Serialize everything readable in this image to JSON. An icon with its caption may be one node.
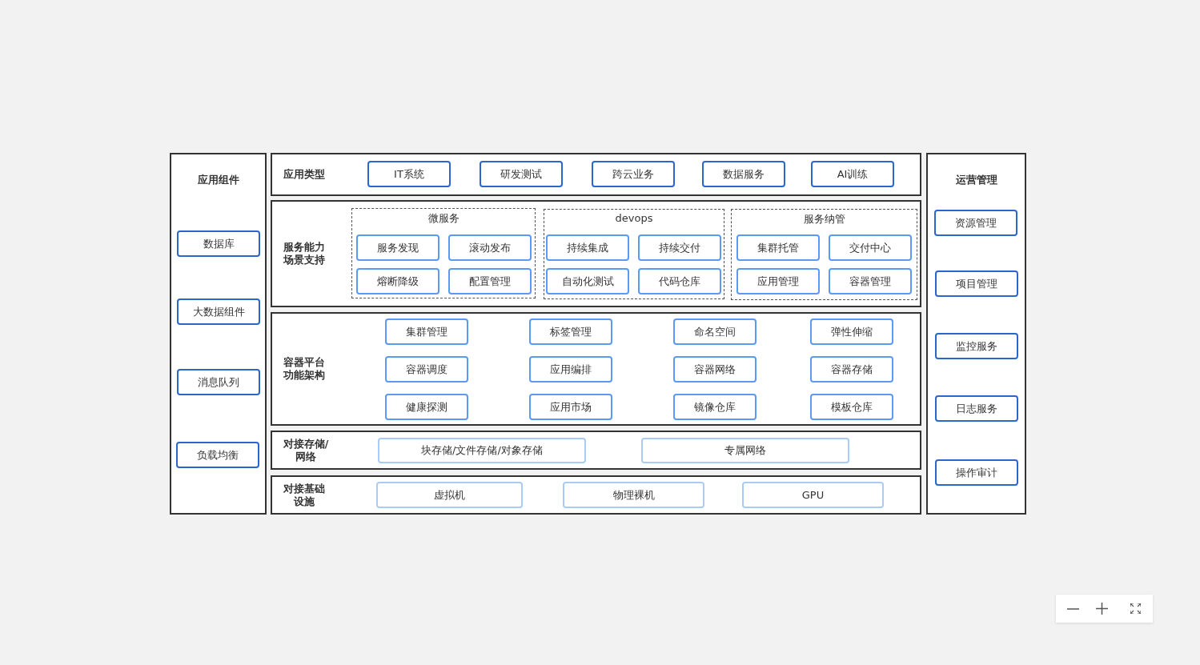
{
  "diagram": {
    "nodes": [
      {
        "text": [
          "应用组件"
        ]
      },
      {
        "text": [
          "数据库"
        ],
        "in": 0
      },
      {
        "text": [
          "大数据组件"
        ],
        "in": 0
      },
      {
        "text": [
          "消息队列"
        ],
        "in": 0
      },
      {
        "text": [
          "负载均衡"
        ],
        "in": 0
      },
      {
        "text": [
          "应用类型"
        ]
      },
      {
        "text": [
          "IT系统"
        ],
        "in": 5
      },
      {
        "text": [
          "研发测试"
        ],
        "in": 5
      },
      {
        "text": [
          "跨云业务"
        ],
        "in": 5
      },
      {
        "text": [
          "数据服务"
        ],
        "in": 5
      },
      {
        "text": [
          "AI训练"
        ],
        "in": 5
      },
      {
        "text": [
          "服务能力场景支持"
        ]
      },
      {
        "text": [
          "微服务"
        ],
        "in": 11
      },
      {
        "text": [
          "服务发现"
        ],
        "in": 12
      },
      {
        "text": [
          "滚动发布"
        ],
        "in": 12
      },
      {
        "text": [
          "熔断降级"
        ],
        "in": 12
      },
      {
        "text": [
          "配置管理"
        ],
        "in": 12
      },
      {
        "text": [
          "devops"
        ],
        "in": 11
      },
      {
        "text": [
          "持续集成"
        ],
        "in": 17
      },
      {
        "text": [
          "持续交付"
        ],
        "in": 17
      },
      {
        "text": [
          "自动化测试"
        ],
        "in": 17
      },
      {
        "text": [
          "代码仓库"
        ],
        "in": 17
      },
      {
        "text": [
          "服务纳管"
        ],
        "in": 11
      },
      {
        "text": [
          "集群托管"
        ],
        "in": 22
      },
      {
        "text": [
          "交付中心"
        ],
        "in": 22
      },
      {
        "text": [
          "应用管理"
        ],
        "in": 22
      },
      {
        "text": [
          "容器管理"
        ],
        "in": 22
      },
      {
        "text": [
          "容器平台功能架构"
        ]
      },
      {
        "text": [
          "集群管理"
        ],
        "in": 27
      },
      {
        "text": [
          "标签管理"
        ],
        "in": 27
      },
      {
        "text": [
          "命名空间"
        ],
        "in": 27
      },
      {
        "text": [
          "弹性伸缩"
        ],
        "in": 27
      },
      {
        "text": [
          "容器调度"
        ],
        "in": 27
      },
      {
        "text": [
          "应用编排"
        ],
        "in": 27
      },
      {
        "text": [
          "容器网络"
        ],
        "in": 27
      },
      {
        "text": [
          "容器存储"
        ],
        "in": 27
      },
      {
        "text": [
          "健康探测"
        ],
        "in": 27
      },
      {
        "text": [
          "应用市场"
        ],
        "in": 27
      },
      {
        "text": [
          "镜像仓库"
        ],
        "in": 27
      },
      {
        "text": [
          "模板仓库"
        ],
        "in": 27
      },
      {
        "text": [
          "对接存储/网络"
        ]
      },
      {
        "text": [
          "块存储/文件存储/对象存储"
        ],
        "in": 40
      },
      {
        "text": [
          "专属网络"
        ],
        "in": 40
      },
      {
        "text": [
          "对接基础设施"
        ]
      },
      {
        "text": [
          "虚拟机"
        ],
        "in": 43
      },
      {
        "text": [
          "物理裸机"
        ],
        "in": 43
      },
      {
        "text": [
          "GPU"
        ],
        "in": 43
      },
      {
        "text": [
          "运营管理"
        ]
      },
      {
        "text": [
          "资源管理"
        ],
        "in": 47
      },
      {
        "text": [
          "项目管理"
        ],
        "in": 47
      },
      {
        "text": [
          "监控服务"
        ],
        "in": 47
      },
      {
        "text": [
          "日志服务"
        ],
        "in": 47
      },
      {
        "text": [
          "操作审计"
        ],
        "in": 47
      }
    ]
  }
}
